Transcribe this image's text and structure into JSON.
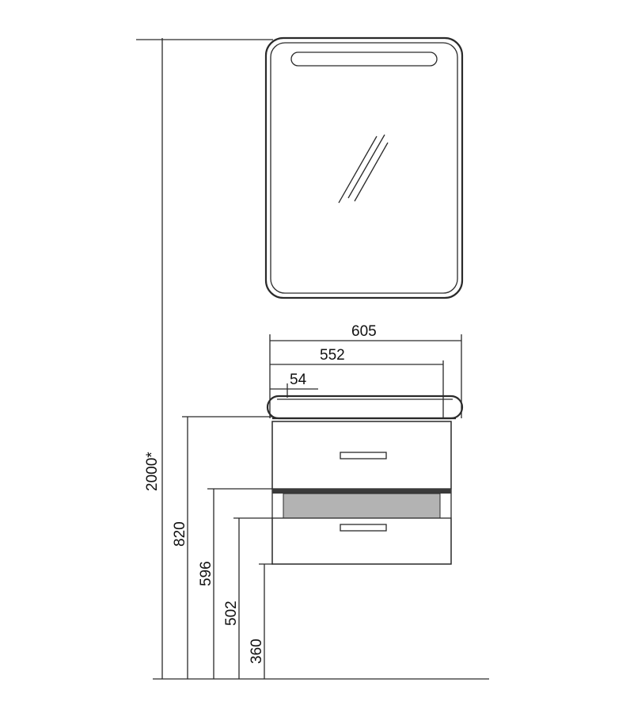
{
  "dimensions": {
    "total_height": "2000*",
    "top_height": "820",
    "upper_drawer_height": "596",
    "lower_drawer_top": "502",
    "bottom_height": "360",
    "overall_width": "605",
    "inner_width": "552",
    "offset": "54"
  }
}
